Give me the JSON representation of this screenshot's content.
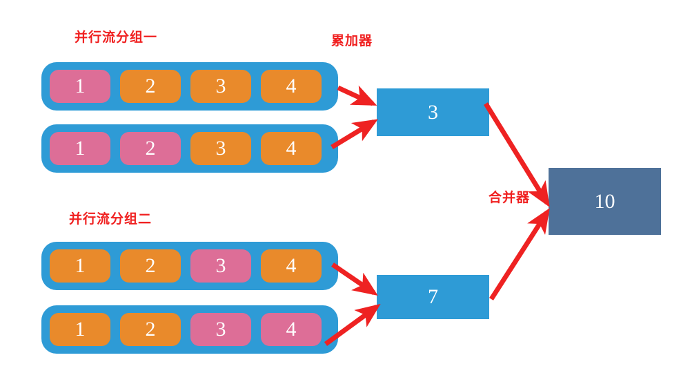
{
  "diagram": {
    "title_group1": "并行流分组一",
    "title_group2": "并行流分组二",
    "label_accumulator": "累加器",
    "label_combiner": "合并器",
    "colors": {
      "container_blue": "#2E9BD6",
      "cell_orange": "#E98A2B",
      "cell_pink": "#DD6E97",
      "merge_box": "#4E7199",
      "arrow_red": "#EE2222",
      "annotation_red": "#F02020"
    },
    "rows": [
      {
        "id": "group1-row1",
        "cells": [
          {
            "value": "1",
            "color": "pink"
          },
          {
            "value": "2",
            "color": "orange"
          },
          {
            "value": "3",
            "color": "orange"
          },
          {
            "value": "4",
            "color": "orange"
          }
        ]
      },
      {
        "id": "group1-row2",
        "cells": [
          {
            "value": "1",
            "color": "pink"
          },
          {
            "value": "2",
            "color": "pink"
          },
          {
            "value": "3",
            "color": "orange"
          },
          {
            "value": "4",
            "color": "orange"
          }
        ]
      },
      {
        "id": "group2-row1",
        "cells": [
          {
            "value": "1",
            "color": "orange"
          },
          {
            "value": "2",
            "color": "orange"
          },
          {
            "value": "3",
            "color": "pink"
          },
          {
            "value": "4",
            "color": "orange"
          }
        ]
      },
      {
        "id": "group2-row2",
        "cells": [
          {
            "value": "1",
            "color": "orange"
          },
          {
            "value": "2",
            "color": "orange"
          },
          {
            "value": "3",
            "color": "pink"
          },
          {
            "value": "4",
            "color": "pink"
          }
        ]
      }
    ],
    "accumulator_top_value": "3",
    "accumulator_bottom_value": "7",
    "merge_value": "10"
  }
}
